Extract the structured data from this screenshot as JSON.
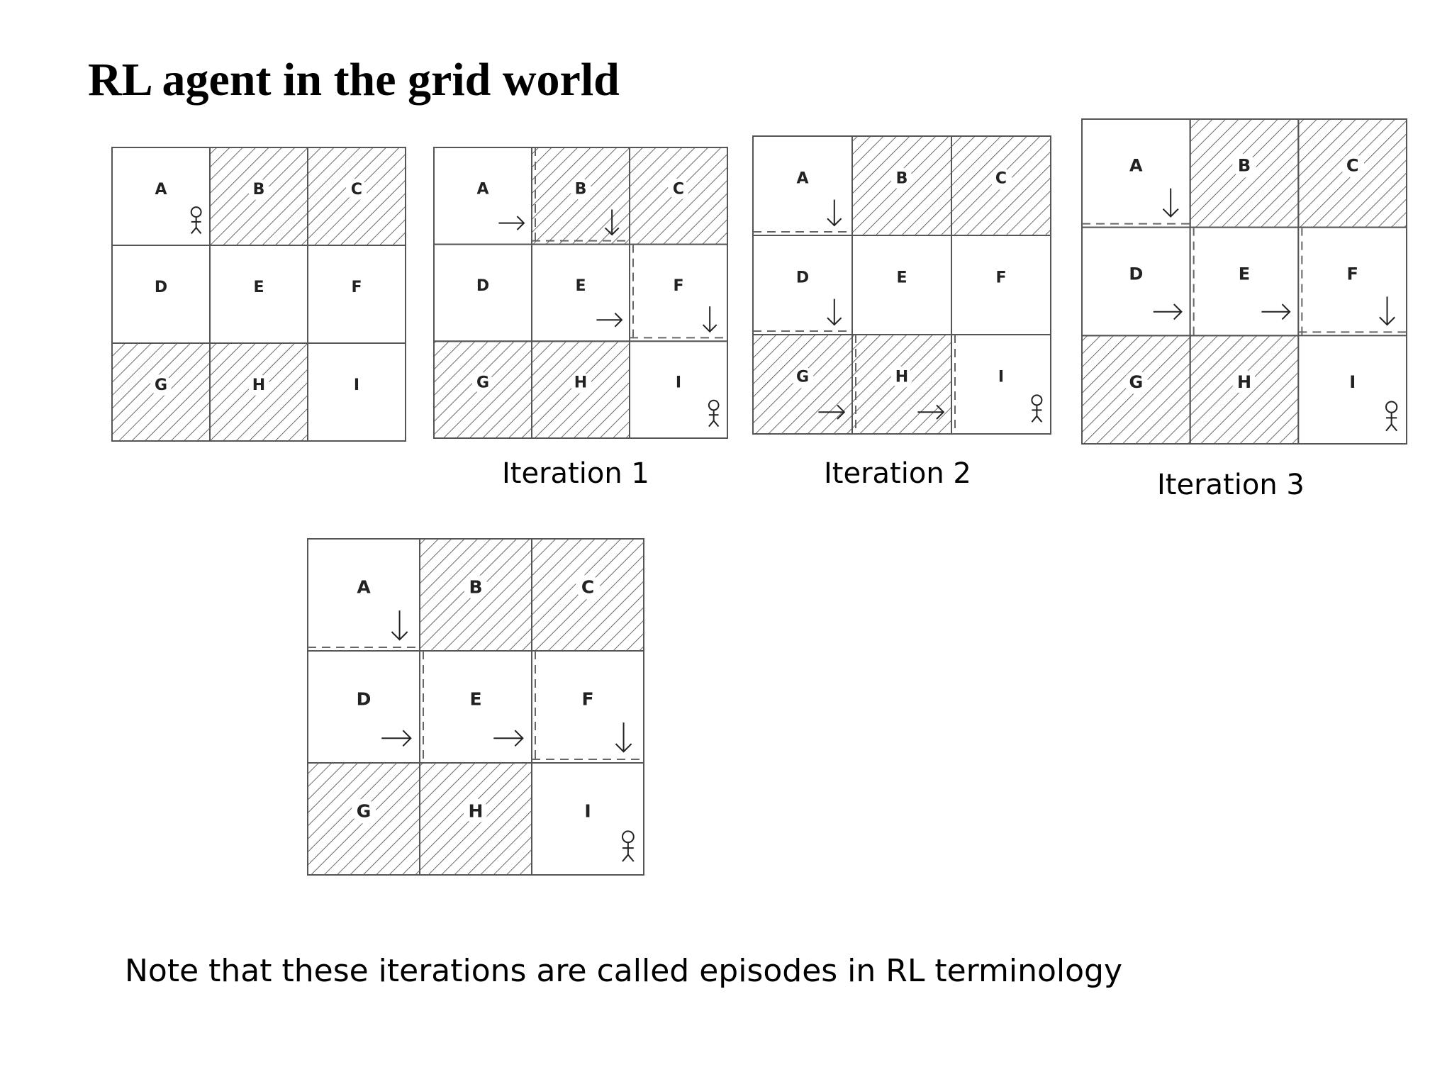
{
  "title": "RL agent in the grid world",
  "note": "Note that these iterations are called episodes in RL terminology",
  "cells": [
    "A",
    "B",
    "C",
    "D",
    "E",
    "F",
    "G",
    "H",
    "I"
  ],
  "hatched_cells": [
    "B",
    "C",
    "G",
    "H"
  ],
  "panels": [
    {
      "caption": "",
      "agent_cell": "A",
      "arrows": [],
      "path_segments": []
    },
    {
      "caption": "Iteration 1",
      "agent_cell": "I",
      "arrows": [
        {
          "cell": "A",
          "dir": "right"
        },
        {
          "cell": "B",
          "dir": "down"
        },
        {
          "cell": "E",
          "dir": "right"
        },
        {
          "cell": "F",
          "dir": "down"
        }
      ],
      "path_segments": [
        {
          "from": "A",
          "to": "B"
        },
        {
          "from": "B",
          "to": "E"
        },
        {
          "from": "E",
          "to": "F"
        },
        {
          "from": "F",
          "to": "I"
        }
      ]
    },
    {
      "caption": "Iteration 2",
      "agent_cell": "I",
      "arrows": [
        {
          "cell": "A",
          "dir": "down"
        },
        {
          "cell": "D",
          "dir": "down"
        },
        {
          "cell": "G",
          "dir": "right"
        },
        {
          "cell": "H",
          "dir": "right"
        }
      ],
      "path_segments": [
        {
          "from": "A",
          "to": "D"
        },
        {
          "from": "D",
          "to": "G"
        },
        {
          "from": "G",
          "to": "H"
        },
        {
          "from": "H",
          "to": "I"
        }
      ]
    },
    {
      "caption": "Iteration 3",
      "agent_cell": "I",
      "arrows": [
        {
          "cell": "A",
          "dir": "down"
        },
        {
          "cell": "D",
          "dir": "right"
        },
        {
          "cell": "E",
          "dir": "right"
        },
        {
          "cell": "F",
          "dir": "down"
        }
      ],
      "path_segments": [
        {
          "from": "A",
          "to": "D"
        },
        {
          "from": "D",
          "to": "E"
        },
        {
          "from": "E",
          "to": "F"
        },
        {
          "from": "F",
          "to": "I"
        }
      ]
    },
    {
      "caption": "",
      "agent_cell": "I",
      "arrows": [
        {
          "cell": "A",
          "dir": "down"
        },
        {
          "cell": "D",
          "dir": "right"
        },
        {
          "cell": "E",
          "dir": "right"
        },
        {
          "cell": "F",
          "dir": "down"
        }
      ],
      "path_segments": [
        {
          "from": "A",
          "to": "D"
        },
        {
          "from": "D",
          "to": "E"
        },
        {
          "from": "E",
          "to": "F"
        },
        {
          "from": "F",
          "to": "I"
        }
      ]
    }
  ]
}
